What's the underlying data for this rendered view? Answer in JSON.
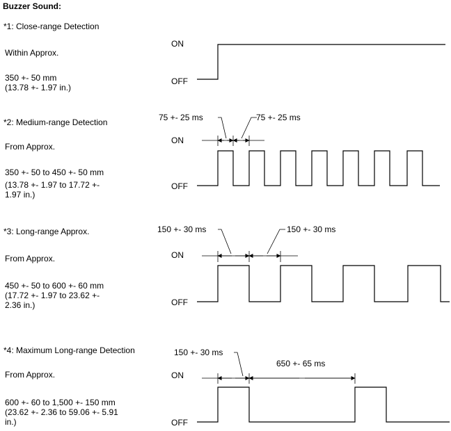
{
  "title": "Buzzer Sound:",
  "state_labels": {
    "on": "ON",
    "off": "OFF"
  },
  "sections": [
    {
      "id": "close",
      "heading": "*1: Close-range Detection",
      "prefix": "Within Approx.",
      "range_lines": [
        "350 +- 50 mm",
        "(13.78 +- 1.97 in.)"
      ],
      "pattern": "continuous"
    },
    {
      "id": "medium",
      "heading": "*2: Medium-range Detection",
      "prefix": "From Approx.",
      "range_lines": [
        "350 +- 50 to 450 +- 50 mm",
        "(13.78 +- 1.97 to 17.72 +-",
        "1.97 in.)"
      ],
      "pattern": "pulse",
      "on_time": "75 +- 25 ms",
      "off_time": "75 +- 25 ms"
    },
    {
      "id": "long",
      "heading": "*3: Long-range Approx.",
      "prefix": "From Approx.",
      "range_lines": [
        "450 +- 50 to 600 +- 60 mm",
        "(17.72 +- 1.97 to 23.62 +-",
        "2.36 in.)"
      ],
      "pattern": "pulse",
      "on_time": "150 +- 30 ms",
      "off_time": "150 +- 30 ms"
    },
    {
      "id": "maxlong",
      "heading": "*4: Maximum Long-range Detection",
      "prefix": "From Approx.",
      "range_lines": [
        "600 +- 60  to 1,500 +- 150 mm",
        "(23.62 +- 2.36 to 59.06 +- 5.91",
        "in.)"
      ],
      "pattern": "pulse",
      "on_time": "150 +- 30 ms",
      "off_time": "650 +- 65 ms"
    }
  ]
}
